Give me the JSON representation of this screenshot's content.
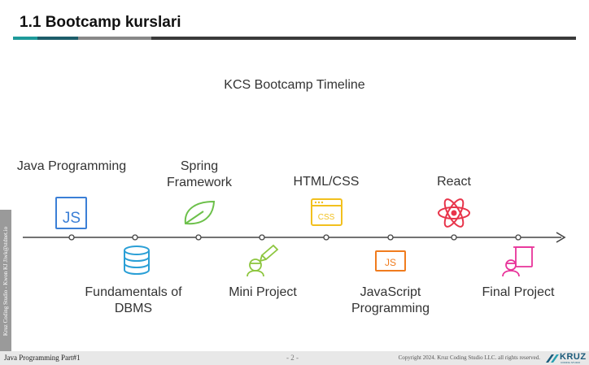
{
  "header": {
    "title": "1.1 Bootcamp kurslari"
  },
  "slide": {
    "subtitle": "KCS Bootcamp Timeline",
    "milestones": [
      {
        "label": "Java Programming",
        "icon": "js-file-icon"
      },
      {
        "label": "Fundamentals of DBMS",
        "icon": "database-icon"
      },
      {
        "label": "Spring Framework",
        "icon": "leaf-icon"
      },
      {
        "label": "Mini Project",
        "icon": "engineer-pencil-icon"
      },
      {
        "label": "HTML/CSS",
        "icon": "css-window-icon"
      },
      {
        "label": "JavaScript Programming",
        "icon": "js-badge-icon"
      },
      {
        "label": "React",
        "icon": "react-atom-icon"
      },
      {
        "label": "Final Project",
        "icon": "engineer-board-icon"
      }
    ],
    "icon_texts": {
      "js": "JS",
      "css": "CSS"
    },
    "colors": {
      "blue": "#3b7fd6",
      "sky": "#2a9fd6",
      "green": "#6cc04a",
      "lime": "#8dc63f",
      "yellow": "#f2c01e",
      "orange": "#f07c1e",
      "red": "#e8344a",
      "magenta": "#e8349a"
    }
  },
  "side_label": "Kruz Coding Studio - Kwon KJ Jiwk@stdnet.io",
  "footer": {
    "left": "Java Programming Part#1",
    "page": "- 2 -",
    "copyright": "Copyright 2024. Kruz Coding Studio LLC. all rights reserved.",
    "logo": "KRUZ",
    "logo_sub": "CODING STUDIO"
  }
}
